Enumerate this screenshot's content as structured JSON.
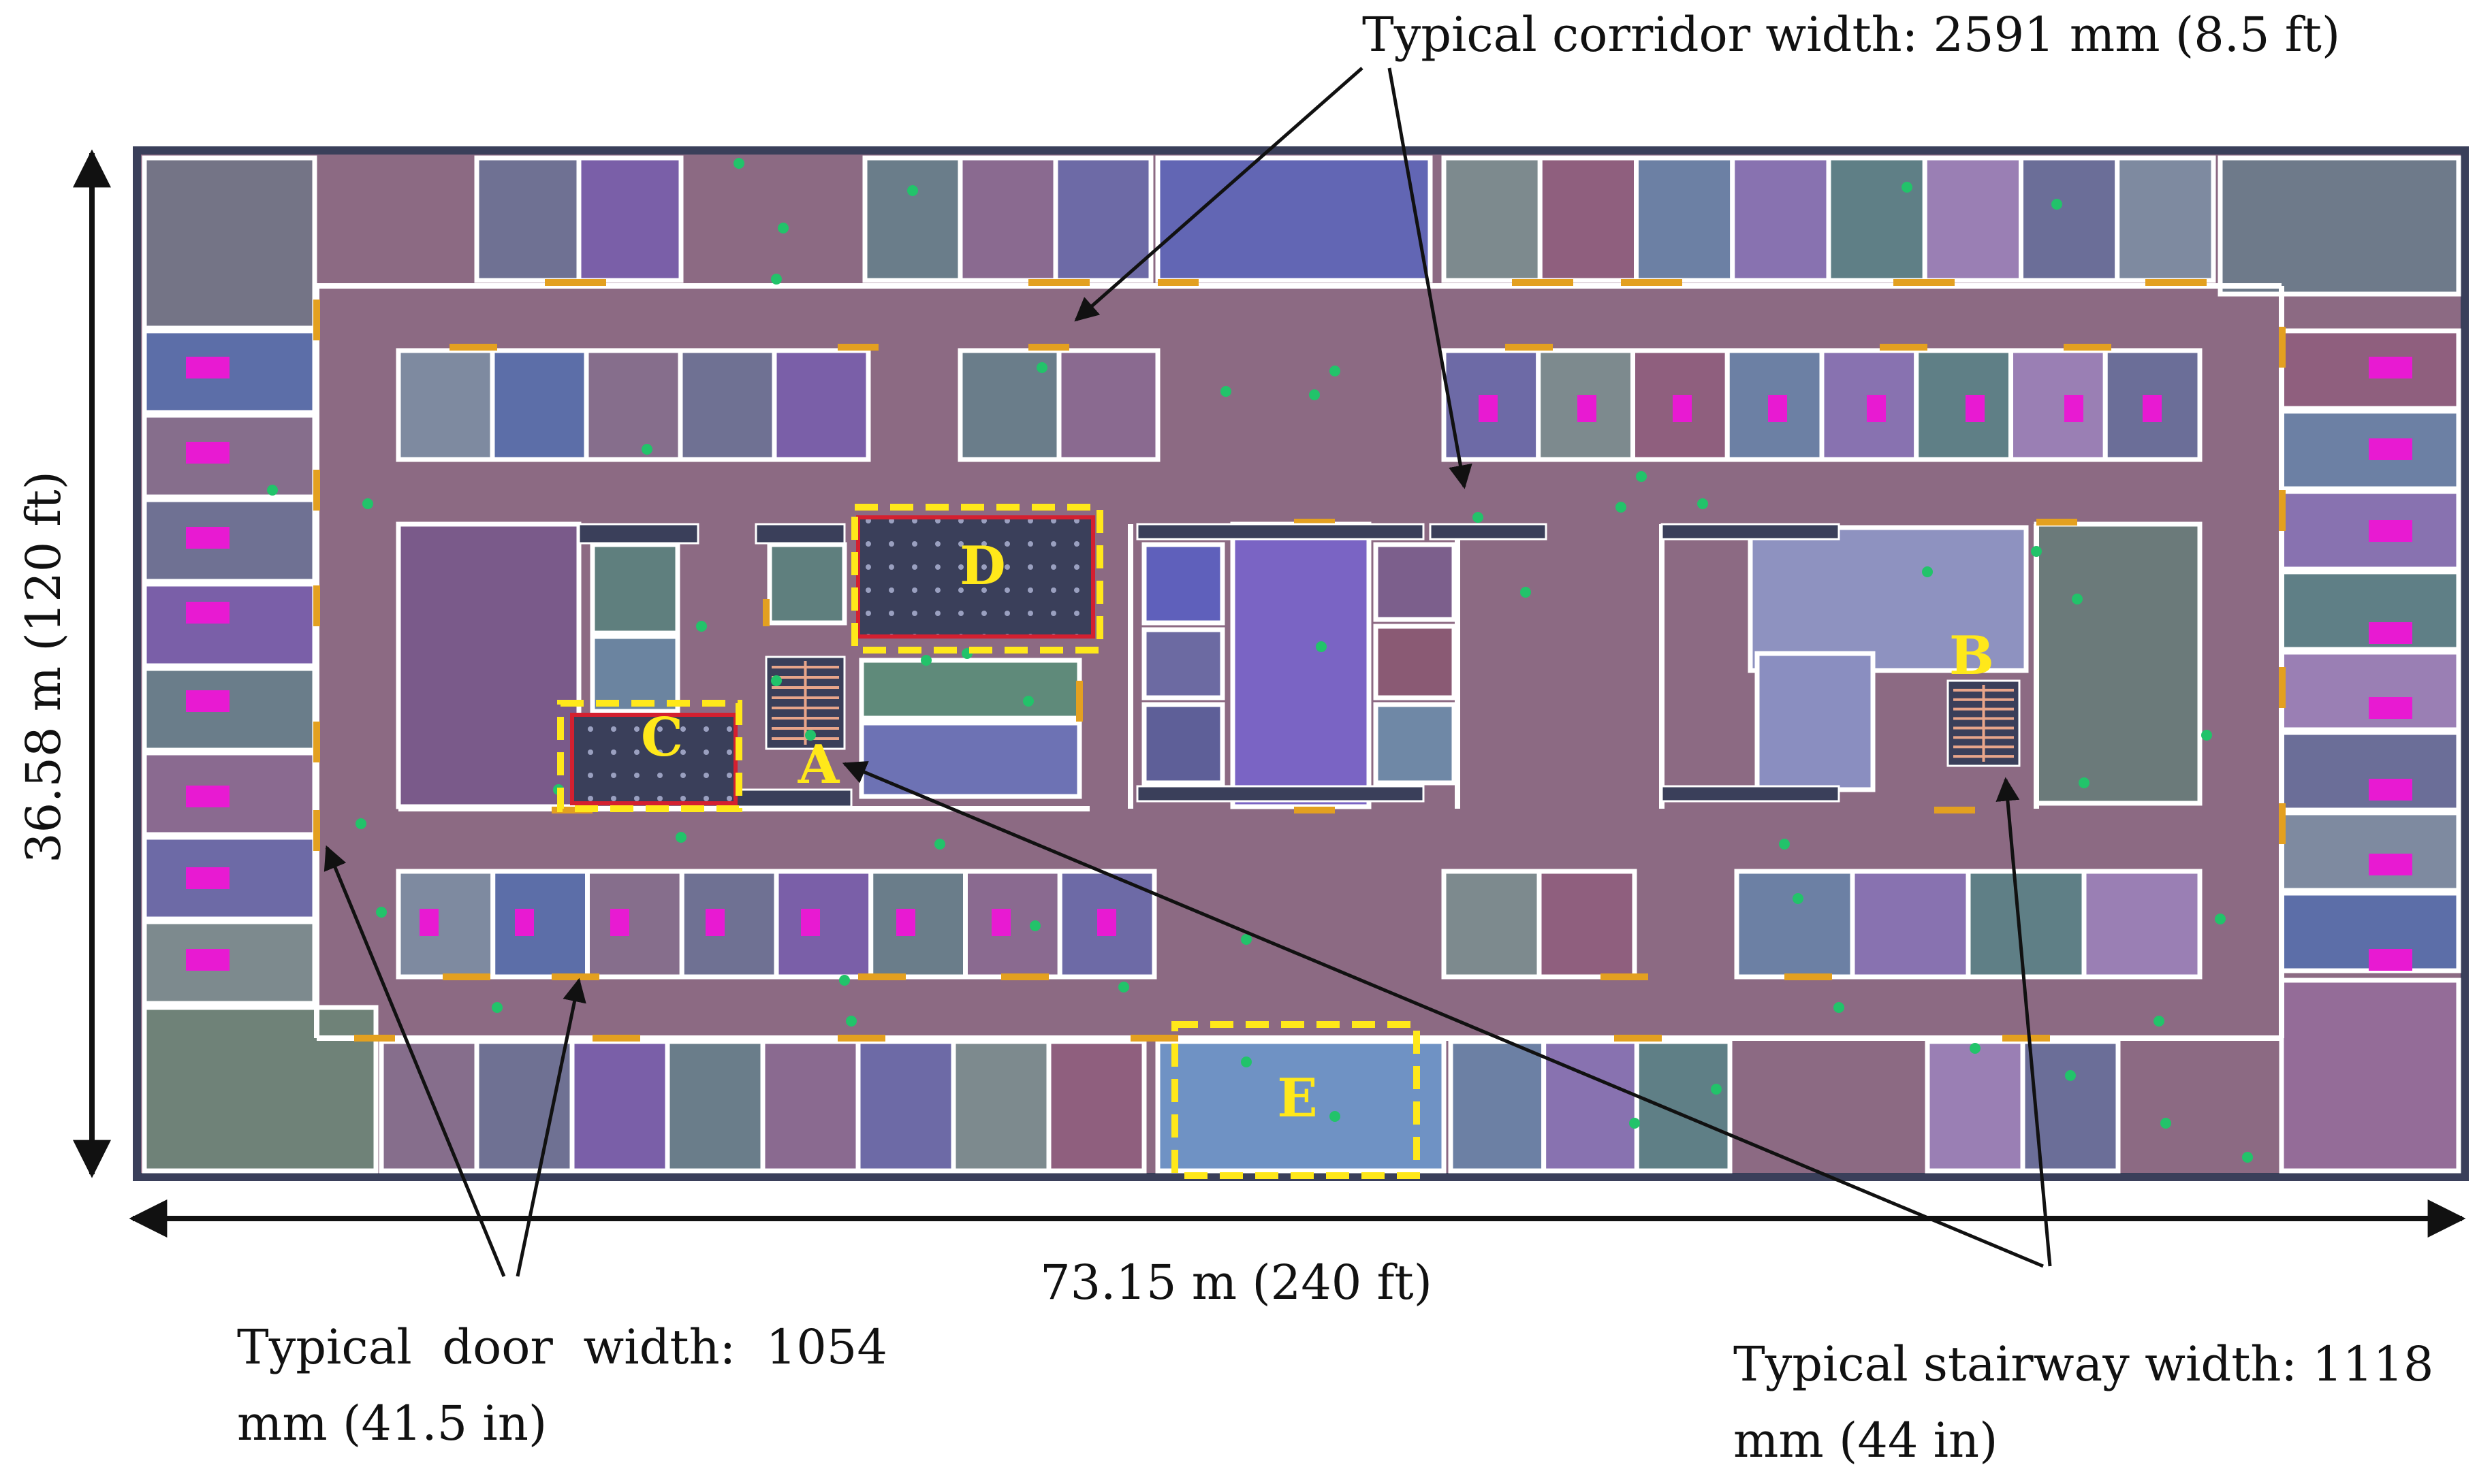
{
  "annotations": {
    "corridor_width": "Typical corridor width: 2591 mm (8.5 ft)",
    "height_dim": "36.58 m (120 ft)",
    "width_dim": "73.15 m (240 ft)",
    "door_width_line1": "Typical  door  width:  1054",
    "door_width_line2": "mm (41.5 in)",
    "stair_width_line1": "Typical stairway width: 1118",
    "stair_width_line2": "mm (44 in)"
  },
  "zones": {
    "A": "A",
    "B": "B",
    "C": "C",
    "D": "D",
    "E": "E"
  },
  "colors": {
    "corridor": "#8c6a83",
    "wall": "#ffffff",
    "door": "#e3a020",
    "zone_outline": "#ffe81a",
    "arrow": "#111111",
    "marker": "#e81ad2",
    "agent": "#22c36a",
    "border": "#2f3450"
  }
}
